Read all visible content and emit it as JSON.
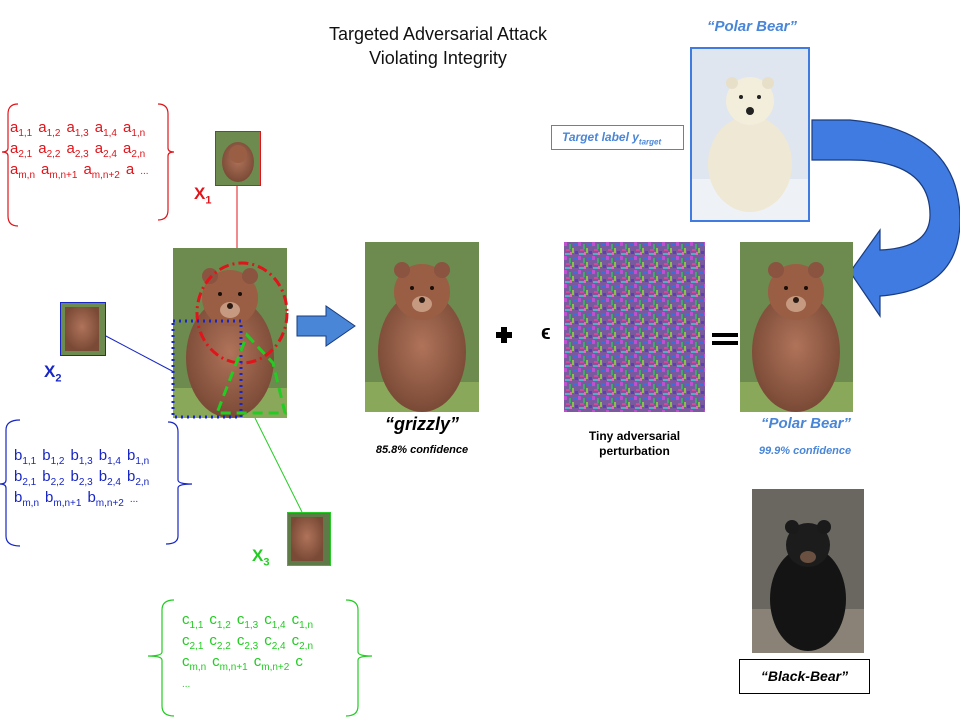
{
  "title": {
    "line1": "Targeted Adversarial Attack",
    "line2": "Violating Integrity"
  },
  "matrices": {
    "a": {
      "rows": [
        [
          [
            "a",
            "1,1"
          ],
          [
            "a",
            "1,2"
          ],
          [
            "a",
            "1,3"
          ],
          [
            "a",
            "1,4"
          ],
          [
            "a",
            "1,n"
          ]
        ],
        [
          [
            "a",
            "2,1"
          ],
          [
            "a",
            "2,2"
          ],
          [
            "a",
            "2,3"
          ],
          [
            "a",
            "2,4"
          ],
          [
            "a",
            "2,n"
          ]
        ],
        [
          [
            "a",
            "m,n"
          ],
          [
            "a",
            "m,n+1"
          ],
          [
            "a",
            "m,n+2"
          ],
          [
            "a",
            ""
          ],
          [
            "...",
            ""
          ]
        ]
      ]
    },
    "b": {
      "rows": [
        [
          [
            "b",
            "1,1"
          ],
          [
            "b",
            "1,2"
          ],
          [
            "b",
            "1,3"
          ],
          [
            "b",
            "1,4"
          ],
          [
            "b",
            "1,n"
          ]
        ],
        [
          [
            "b",
            "2,1"
          ],
          [
            "b",
            "2,2"
          ],
          [
            "b",
            "2,3"
          ],
          [
            "b",
            "2,4"
          ],
          [
            "b",
            "2,n"
          ]
        ],
        [
          [
            "b",
            "m,n"
          ],
          [
            "b",
            "m,n+1"
          ],
          [
            "b",
            "m,n+2"
          ],
          [
            "...",
            ""
          ]
        ]
      ]
    },
    "c": {
      "rows": [
        [
          [
            "c",
            "1,1"
          ],
          [
            "c",
            "1,2"
          ],
          [
            "c",
            "1,3"
          ],
          [
            "c",
            "1,4"
          ],
          [
            "c",
            "1,n"
          ]
        ],
        [
          [
            "c",
            "2,1"
          ],
          [
            "c",
            "2,2"
          ],
          [
            "c",
            "2,3"
          ],
          [
            "c",
            "2,4"
          ],
          [
            "c",
            "2,n"
          ]
        ],
        [
          [
            "c",
            "m,n"
          ],
          [
            "c",
            "m,n+1"
          ],
          [
            "c",
            "m,n+2"
          ],
          [
            "c",
            ""
          ]
        ],
        [
          [
            "...",
            ""
          ]
        ]
      ]
    }
  },
  "labels": {
    "x1": {
      "main": "X",
      "sub": "1"
    },
    "x2": {
      "main": "X",
      "sub": "2"
    },
    "x3": {
      "main": "X",
      "sub": "3"
    }
  },
  "grizzly": {
    "label": "“grizzly”",
    "confidence": "85.8% confidence"
  },
  "operators": {
    "plus": "+",
    "epsilon": "ϵ",
    "equals": "="
  },
  "perturbation": {
    "line1": "Tiny adversarial",
    "line2": "perturbation"
  },
  "result": {
    "label": "“Polar Bear”",
    "confidence": "99.9% confidence"
  },
  "target": {
    "label": "“Polar Bear”",
    "box_text": "Target label y",
    "box_sub": "target"
  },
  "black_bear": {
    "label": "“Black-Bear”"
  },
  "colors": {
    "red": "#e0141a",
    "blue": "#1726c4",
    "green": "#22cc22",
    "accent": "#4a86d8",
    "arrow": "#3f7be0"
  }
}
